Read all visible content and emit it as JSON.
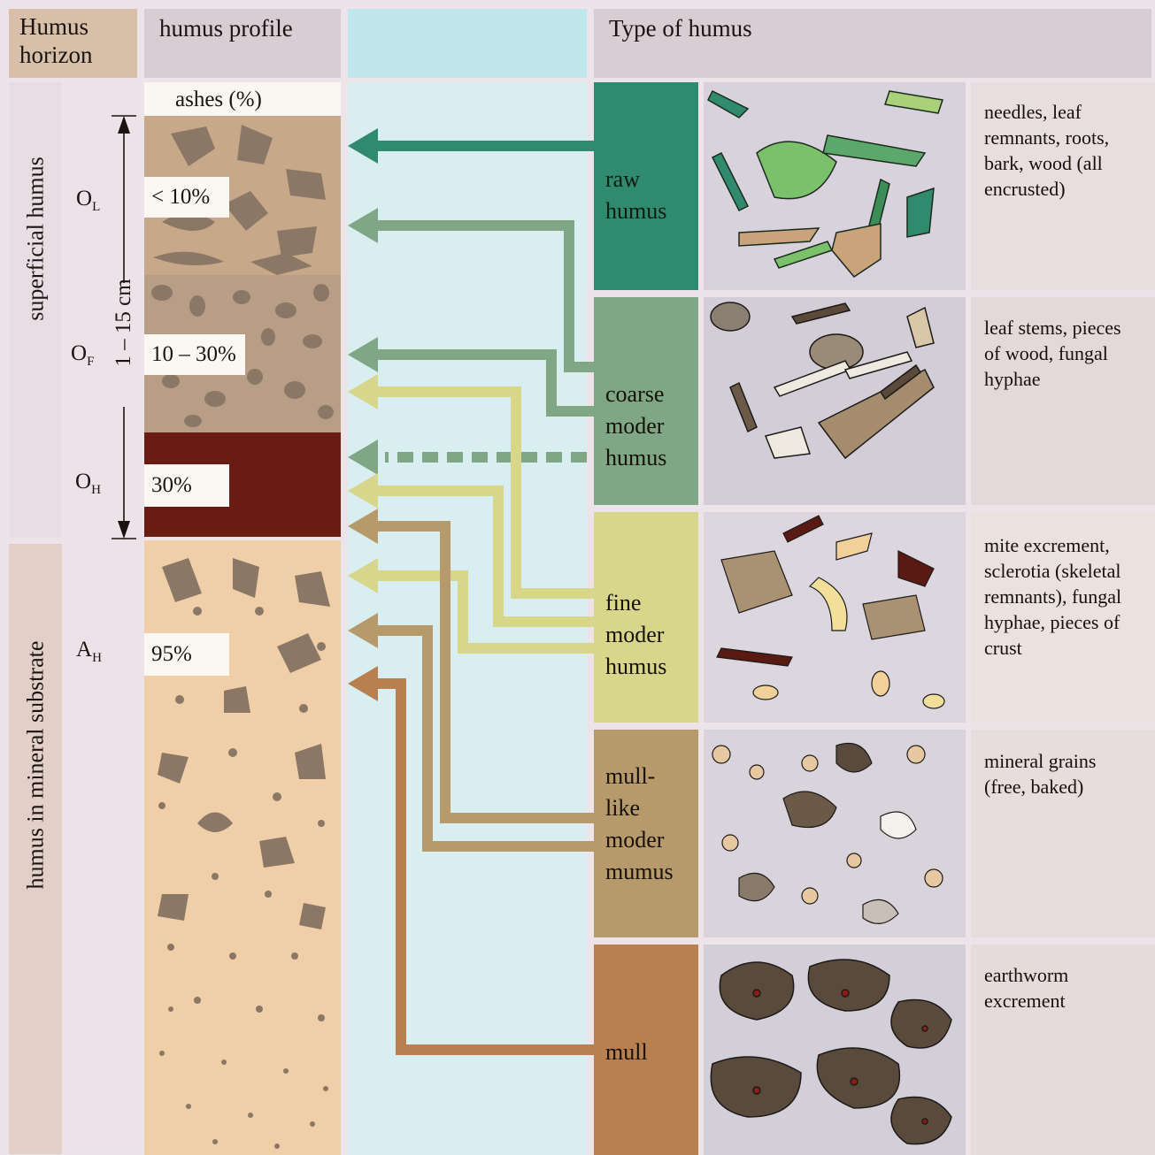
{
  "header": {
    "col1": "Humus horizon",
    "col1_line1": "Humus",
    "col1_line2": "horizon",
    "col2": "humus profile",
    "col4": "Type of humus"
  },
  "profile": {
    "ashes_label": "ashes (%)",
    "depth_label": "1 – 15 cm",
    "zones": {
      "superficial": "superficial humus",
      "mineral": "humus in mineral substrate"
    },
    "horizons": [
      {
        "code": "O",
        "sub": "L",
        "ash": "< 10%"
      },
      {
        "code": "O",
        "sub": "F",
        "ash": "10 – 30%"
      },
      {
        "code": "O",
        "sub": "H",
        "ash": "30%"
      },
      {
        "code": "A",
        "sub": "H",
        "ash": "95%"
      }
    ]
  },
  "types": [
    {
      "line1": "raw",
      "line2": "humus",
      "line3": "",
      "line4": "",
      "color": "#2f8a6e",
      "description": [
        "needles, leaf",
        "remnants, roots,",
        "bark, wood (all",
        "encrusted)"
      ]
    },
    {
      "line1": "coarse",
      "line2": "moder",
      "line3": "humus",
      "line4": "",
      "color": "#7fa786",
      "description": [
        "leaf stems, pieces",
        "of wood, fungal",
        "hyphae"
      ]
    },
    {
      "line1": "fine",
      "line2": "moder",
      "line3": "humus",
      "line4": "",
      "color": "#d8d68a",
      "description": [
        "mite excrement,",
        "sclerotia (skeletal",
        "remnants), fungal",
        "hyphae, pieces of",
        "crust"
      ]
    },
    {
      "line1": "mull-",
      "line2": "like",
      "line3": "moder",
      "line4": "mumus",
      "color": "#b79a6c",
      "description": [
        "mineral grains",
        "(free, baked)"
      ]
    },
    {
      "line1": "mull",
      "line2": "",
      "line3": "",
      "line4": "",
      "color": "#b8804f",
      "description": [
        "earthworm",
        "excrement"
      ]
    }
  ],
  "colors": {
    "raw": "#2f8a6e",
    "coarse": "#7fa786",
    "fine": "#d8d68a",
    "mull_like": "#b79a6c",
    "mull": "#b8804f",
    "OL": "#c7a98a",
    "OF": "#b89e86",
    "OH": "#6b1c12",
    "AH": "#f0cfa8",
    "blob": "#8a7766"
  }
}
